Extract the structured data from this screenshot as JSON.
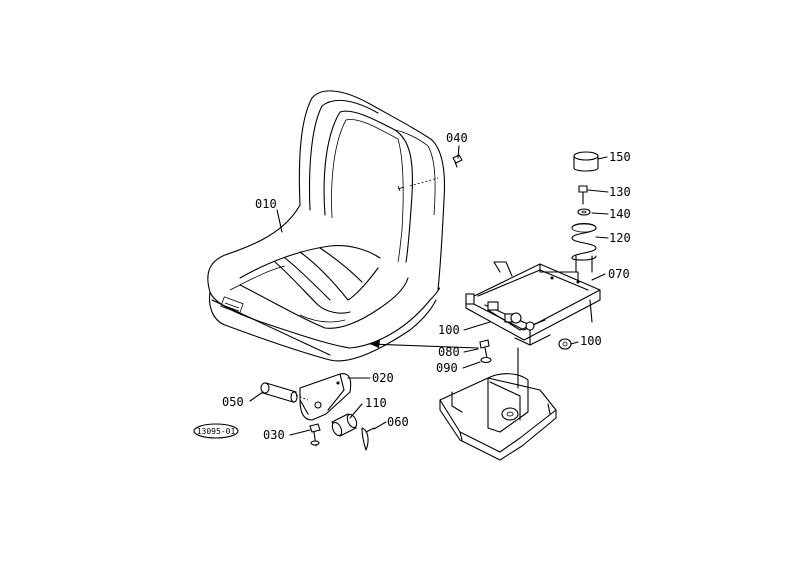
{
  "diagram": {
    "reference_code": "13095-01",
    "callouts": [
      {
        "id": "c010",
        "label": "010"
      },
      {
        "id": "c020",
        "label": "020"
      },
      {
        "id": "c030",
        "label": "030"
      },
      {
        "id": "c040",
        "label": "040"
      },
      {
        "id": "c050",
        "label": "050"
      },
      {
        "id": "c060",
        "label": "060"
      },
      {
        "id": "c070",
        "label": "070"
      },
      {
        "id": "c080",
        "label": "080"
      },
      {
        "id": "c090",
        "label": "090"
      },
      {
        "id": "c100a",
        "label": "100"
      },
      {
        "id": "c100b",
        "label": "100"
      },
      {
        "id": "c110",
        "label": "110"
      },
      {
        "id": "c120",
        "label": "120"
      },
      {
        "id": "c130",
        "label": "130"
      },
      {
        "id": "c140",
        "label": "140"
      },
      {
        "id": "c150",
        "label": "150"
      }
    ]
  }
}
